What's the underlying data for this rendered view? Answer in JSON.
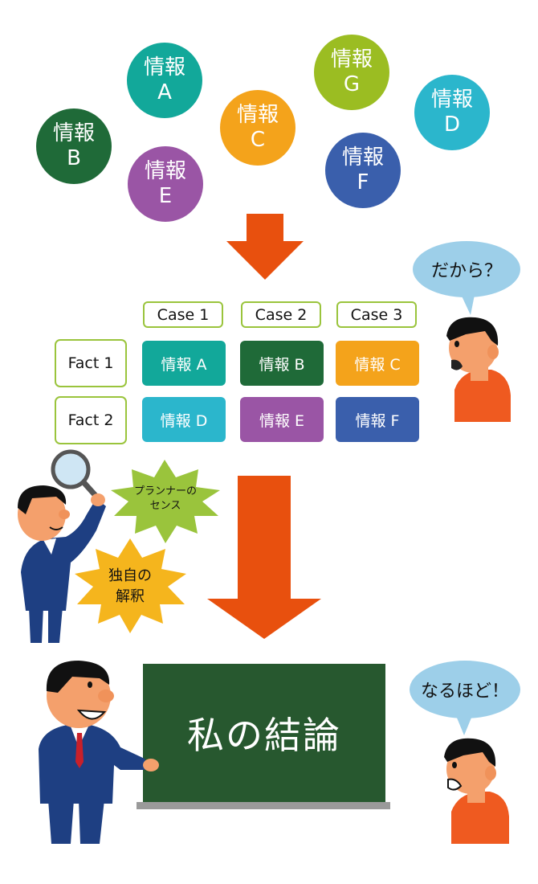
{
  "circles": [
    {
      "line1": "情報",
      "line2": "A",
      "color": "#12a89a"
    },
    {
      "line1": "情報",
      "line2": "B",
      "color": "#1f6a38"
    },
    {
      "line1": "情報",
      "line2": "C",
      "color": "#f4a31b"
    },
    {
      "line1": "情報",
      "line2": "D",
      "color": "#2bb6cc"
    },
    {
      "line1": "情報",
      "line2": "E",
      "color": "#9a55a5"
    },
    {
      "line1": "情報",
      "line2": "F",
      "color": "#3a5fac"
    },
    {
      "line1": "情報",
      "line2": "G",
      "color": "#9bbd22"
    }
  ],
  "table": {
    "cases": [
      "Case 1",
      "Case 2",
      "Case 3"
    ],
    "facts": [
      "Fact 1",
      "Fact 2"
    ],
    "cells": [
      {
        "label": "情報 A",
        "color": "#12a89a"
      },
      {
        "label": "情報 B",
        "color": "#1f6a38"
      },
      {
        "label": "情報 C",
        "color": "#f4a31b"
      },
      {
        "label": "情報 D",
        "color": "#2bb6cc"
      },
      {
        "label": "情報 E",
        "color": "#9a55a5"
      },
      {
        "label": "情報 F",
        "color": "#3a5fac"
      }
    ]
  },
  "bubbles": {
    "question": "だから？",
    "understand": "なるほど！"
  },
  "bursts": {
    "sense_line1": "プランナーの",
    "sense_line2": "センス",
    "interp_line1": "独自の",
    "interp_line2": "解釈"
  },
  "board": {
    "text": "私の結論"
  },
  "colors": {
    "arrow": "#e8500e",
    "board": "#27582f",
    "burst": "#9ac43c",
    "burst2": "#f5b51d",
    "case_border": "#9ac43c"
  }
}
